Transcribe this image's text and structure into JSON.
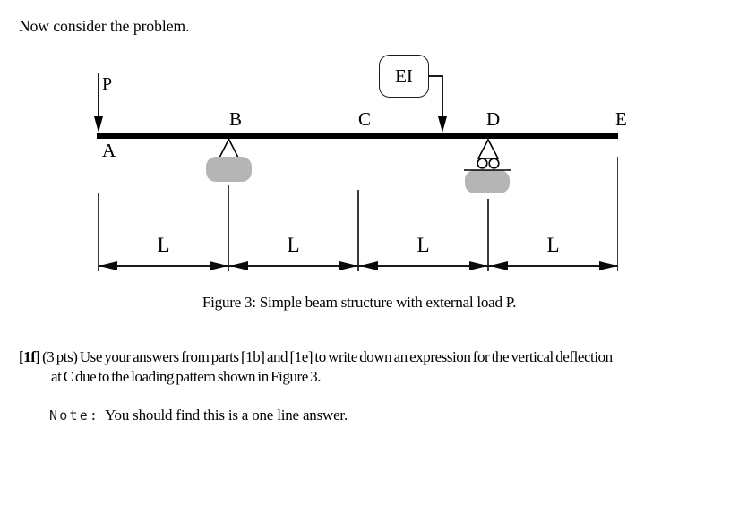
{
  "intro_text": "Now consider the problem.",
  "figure": {
    "load_label": "P",
    "stiffness_label": "EI",
    "node_labels": {
      "a": "A",
      "b": "B",
      "c": "C",
      "d": "D",
      "e": "E"
    },
    "span_labels": [
      "L",
      "L",
      "L",
      "L"
    ],
    "caption": "Figure 3: Simple beam structure with external load P.",
    "colors": {
      "beam": "#000000",
      "support_pad": "#b5b5b5"
    }
  },
  "question": {
    "label": "[1f]",
    "line1": " (3 pts) Use your answers from parts [1b] and [1e] to write down an expression for the vertical deflection",
    "line2": "at C due to the loading pattern shown in Figure 3.",
    "note_label": "Note:",
    "note_text": "You should find this is a one line answer."
  }
}
